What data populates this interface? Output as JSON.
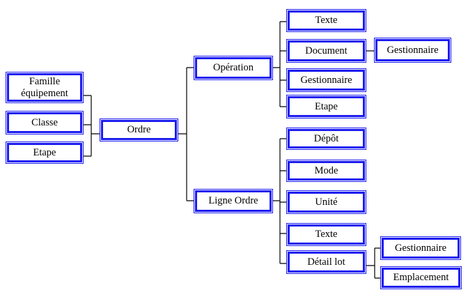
{
  "diagram": {
    "colors": {
      "box_border": "#1a1af0",
      "box_fill": "#ffffff",
      "text": "#000000",
      "connector_line": "#000000",
      "background": "#ffffff"
    },
    "nodes": [
      {
        "id": "famille-equipement",
        "label": "Famille équipement"
      },
      {
        "id": "classe",
        "label": "Classe"
      },
      {
        "id": "etape-left",
        "label": "Etape"
      },
      {
        "id": "ordre",
        "label": "Ordre"
      },
      {
        "id": "operation",
        "label": "Opération"
      },
      {
        "id": "ligne-ordre",
        "label": "Ligne Ordre"
      },
      {
        "id": "texte-operation",
        "label": "Texte"
      },
      {
        "id": "document",
        "label": "Document"
      },
      {
        "id": "gestionnaire-operation",
        "label": "Gestionnaire"
      },
      {
        "id": "etape-operation",
        "label": "Etape"
      },
      {
        "id": "gestionnaire-document",
        "label": "Gestionnaire"
      },
      {
        "id": "depot",
        "label": "Dépôt"
      },
      {
        "id": "mode",
        "label": "Mode"
      },
      {
        "id": "unite",
        "label": "Unité"
      },
      {
        "id": "texte-ligne-ordre",
        "label": "Texte"
      },
      {
        "id": "detail-lot",
        "label": "Détail lot"
      },
      {
        "id": "gestionnaire-detail-lot",
        "label": "Gestionnaire"
      },
      {
        "id": "emplacement",
        "label": "Emplacement"
      }
    ],
    "edges": [
      [
        "famille-equipement",
        "ordre"
      ],
      [
        "classe",
        "ordre"
      ],
      [
        "etape-left",
        "ordre"
      ],
      [
        "ordre",
        "operation"
      ],
      [
        "ordre",
        "ligne-ordre"
      ],
      [
        "operation",
        "texte-operation"
      ],
      [
        "operation",
        "document"
      ],
      [
        "operation",
        "gestionnaire-operation"
      ],
      [
        "operation",
        "etape-operation"
      ],
      [
        "document",
        "gestionnaire-document"
      ],
      [
        "ligne-ordre",
        "depot"
      ],
      [
        "ligne-ordre",
        "mode"
      ],
      [
        "ligne-ordre",
        "unite"
      ],
      [
        "ligne-ordre",
        "texte-ligne-ordre"
      ],
      [
        "ligne-ordre",
        "detail-lot"
      ],
      [
        "detail-lot",
        "gestionnaire-detail-lot"
      ],
      [
        "detail-lot",
        "emplacement"
      ]
    ]
  }
}
